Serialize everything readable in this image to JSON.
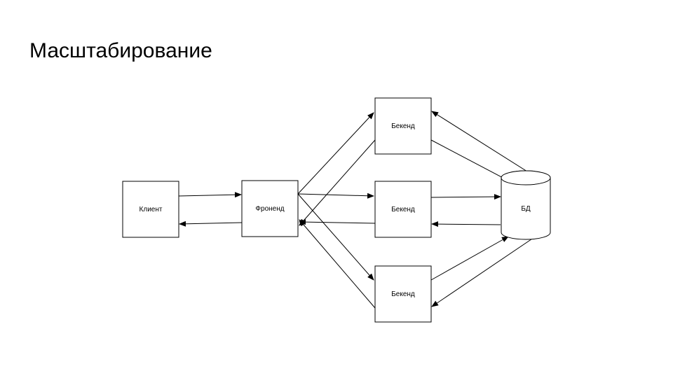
{
  "title": "Масштабирование",
  "diagram": {
    "nodes": [
      {
        "id": "client",
        "label": "Клиент",
        "shape": "box"
      },
      {
        "id": "frontend",
        "label": "Фроненд",
        "shape": "box"
      },
      {
        "id": "backend1",
        "label": "Бекенд",
        "shape": "box"
      },
      {
        "id": "backend2",
        "label": "Бекенд",
        "shape": "box"
      },
      {
        "id": "backend3",
        "label": "Бекенд",
        "shape": "box"
      },
      {
        "id": "db",
        "label": "БД",
        "shape": "cylinder"
      }
    ],
    "edges": [
      {
        "from": "client",
        "to": "frontend"
      },
      {
        "from": "frontend",
        "to": "client"
      },
      {
        "from": "frontend",
        "to": "backend1"
      },
      {
        "from": "backend1",
        "to": "frontend"
      },
      {
        "from": "frontend",
        "to": "backend2"
      },
      {
        "from": "backend2",
        "to": "frontend"
      },
      {
        "from": "frontend",
        "to": "backend3"
      },
      {
        "from": "backend3",
        "to": "frontend"
      },
      {
        "from": "backend1",
        "to": "db"
      },
      {
        "from": "db",
        "to": "backend1"
      },
      {
        "from": "backend2",
        "to": "db"
      },
      {
        "from": "db",
        "to": "backend2"
      },
      {
        "from": "backend3",
        "to": "db"
      },
      {
        "from": "db",
        "to": "backend3"
      }
    ]
  }
}
